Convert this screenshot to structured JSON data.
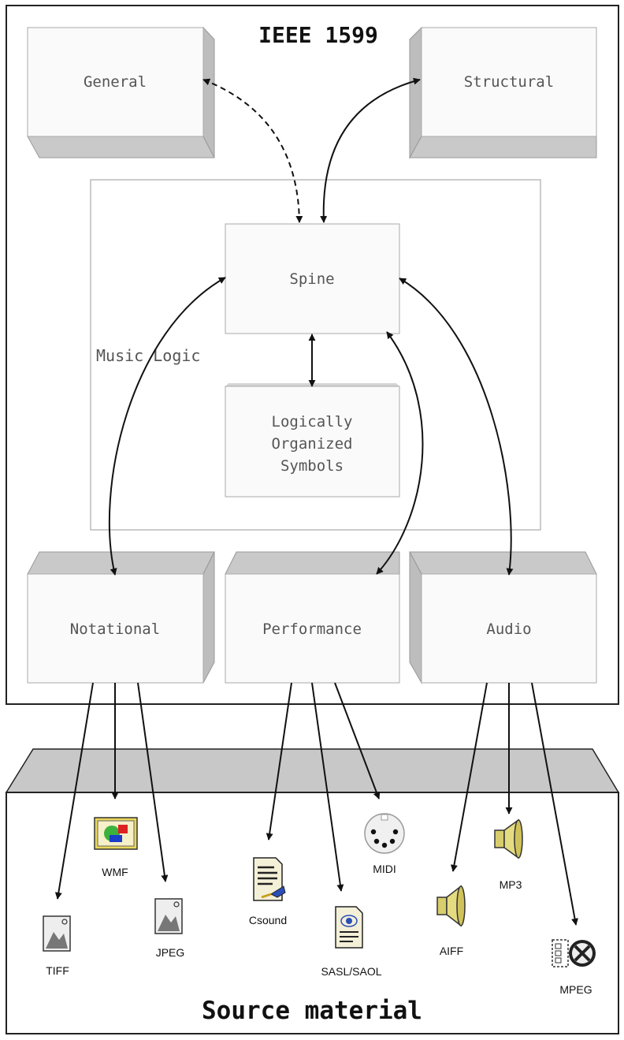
{
  "title": "IEEE 1599",
  "layers": {
    "general": "General",
    "structural": "Structural",
    "spine": "Spine",
    "music_logic": "Music Logic",
    "los": [
      "Logically",
      "Organized",
      "Symbols"
    ],
    "notational": "Notational",
    "performance": "Performance",
    "audio": "Audio"
  },
  "source_material": {
    "label": "Source material",
    "formats": {
      "tiff": "TIFF",
      "wmf": "WMF",
      "jpeg": "JPEG",
      "csound": "Csound",
      "sasl_saol": "SASL/SAOL",
      "midi": "MIDI",
      "aiff": "AIFF",
      "mp3": "MP3",
      "mpeg": "MPEG"
    }
  },
  "colors": {
    "box_face": "#fafafa",
    "box_side": "#c0c0c0",
    "box_top": "#d2d2d2",
    "outline": "#111111",
    "speaker": "#d8cd6c"
  }
}
